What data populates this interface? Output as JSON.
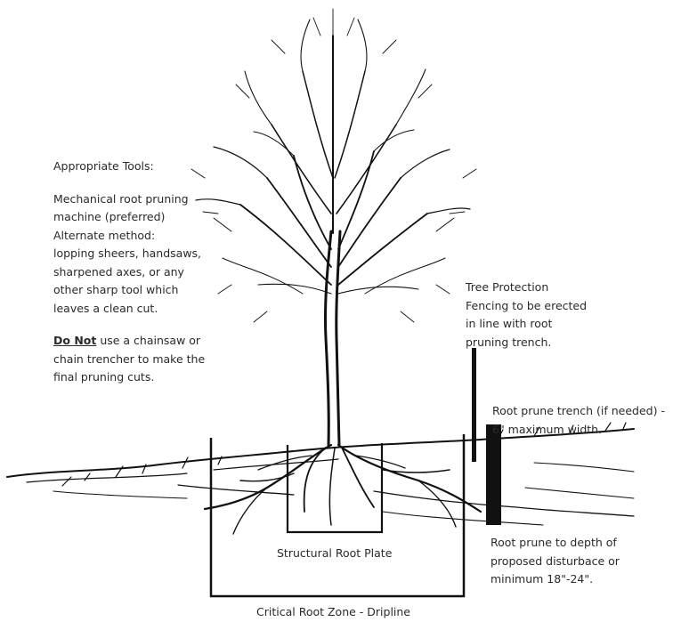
{
  "tools": {
    "heading": "Appropriate Tools:",
    "lines": [
      "Mechanical root pruning",
      "machine (preferred)",
      "Alternate method:",
      "lopping sheers, handsaws,",
      "sharpened axes, or any",
      "other sharp tool which",
      "leaves a clean cut."
    ],
    "warning_emphasis": "Do Not",
    "warning_line1_rest": " use a chainsaw or",
    "warning_lines": [
      "chain trencher to make the",
      "final pruning cuts."
    ]
  },
  "protection": {
    "lines": [
      "Tree Protection",
      "Fencing to be erected",
      "in line with root",
      "pruning trench."
    ]
  },
  "trench": {
    "lines": [
      "Root prune trench (if needed) -",
      "6\" maximum width."
    ]
  },
  "depth": {
    "lines": [
      "Root prune to depth of",
      "proposed disturbace or",
      "minimum 18\"-24\"."
    ]
  },
  "labels": {
    "structural_root_plate": "Structural Root Plate",
    "critical_root_zone": "Critical Root Zone - Dripline"
  },
  "icons": {
    "tree": "tree-illustration",
    "ground": "ground-roots-illustration"
  },
  "colors": {
    "ink": "#111111",
    "text": "#2a2a2a",
    "background": "#ffffff"
  }
}
